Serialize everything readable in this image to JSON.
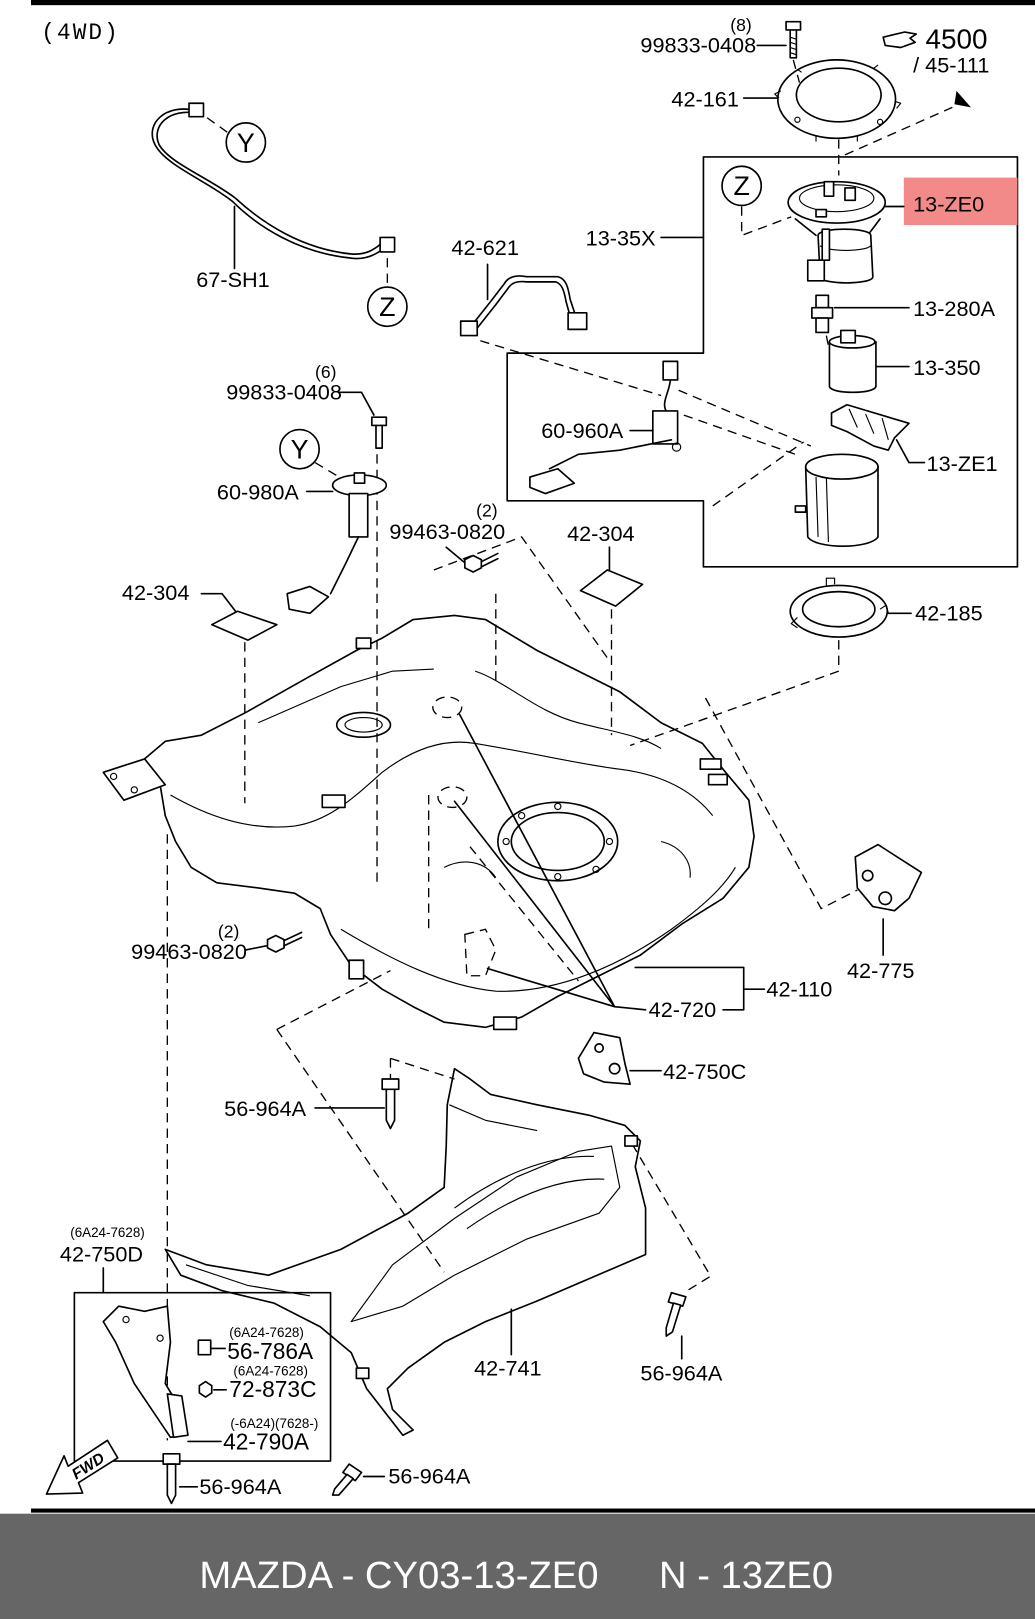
{
  "diagram": {
    "drive_type": "(4WD)",
    "reference": {
      "page": "4500",
      "sub": "/ 45-111"
    },
    "callouts": {
      "y_harness": "Y",
      "z_pump": "Z",
      "z_harness": "Z",
      "y_sender": "Y"
    },
    "labels": {
      "bolt_top_qty": "(8)",
      "bolt_top": "99833-0408",
      "ring_top": "42-161",
      "pump_assy": "13-ZE0",
      "pump_set": "13-35X",
      "tube": "42-621",
      "harness": "67-SH1",
      "pump_part_280a": "13-280A",
      "bolt_sender_qty": "(6)",
      "bolt_sender": "99833-0408",
      "pump_part_350": "13-350",
      "sender_main": "60-960A",
      "filter": "13-ZE1",
      "sender_sub": "60-980A",
      "bolt_mid_qty": "(2)",
      "bolt_mid": "99463-0820",
      "pad_right": "42-304",
      "pad_left": "42-304",
      "ring_lower": "42-185",
      "bolt_left_qty": "(2)",
      "bolt_left": "99463-0820",
      "bracket_right": "42-775",
      "tank": "42-110",
      "tank_part": "42-720",
      "bracket_c": "42-750C",
      "clip_center": "56-964A",
      "bracket_d_range": "(6A24-7628)",
      "bracket_d": "42-750D",
      "screw_a_range": "(6A24-7628)",
      "screw_a": "56-786A",
      "nut_range": "(6A24-7628)",
      "nut": "72-873C",
      "bracket_sub_range": "(-6A24)(7628-)",
      "bracket_sub": "42-790A",
      "cover": "42-741",
      "clip_right": "56-964A",
      "clip_bottom_left": "56-964A",
      "clip_bottom_mid": "56-964A"
    },
    "direction": "FWD",
    "highlight_color": "#f28a8a"
  },
  "footer": {
    "part_title": "MAZDA - CY03-13-ZE0",
    "code": "N - 13ZE0",
    "background": "#666666",
    "text_color": "#ffffff"
  }
}
